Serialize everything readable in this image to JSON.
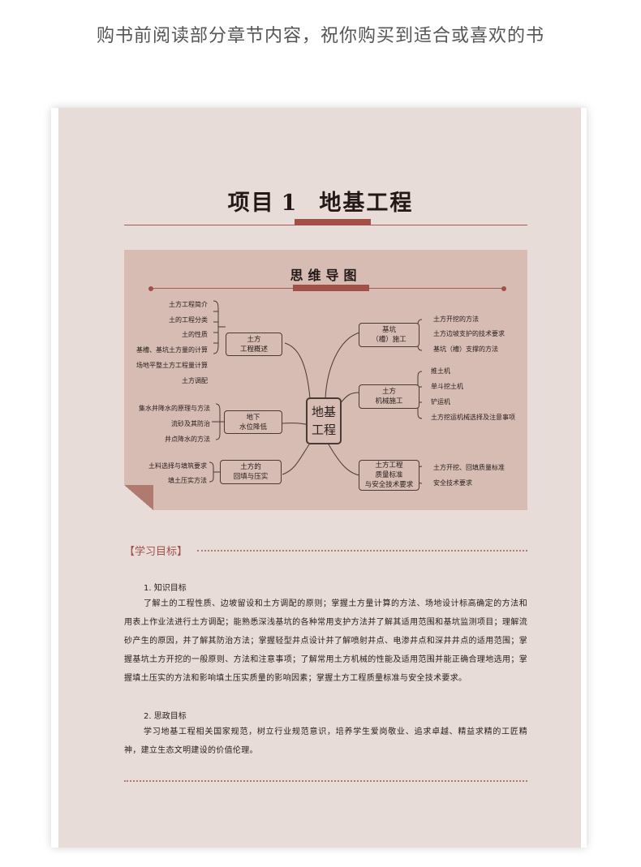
{
  "caption": "购书前阅读部分章节内容，祝你购买到适合或喜欢的书",
  "chapter": {
    "label": "项目",
    "number": "1",
    "title": "地基工程"
  },
  "mindmap": {
    "title": "思维导图",
    "center": [
      "地基",
      "工程"
    ],
    "branches": [
      {
        "name": [
          "土方",
          "工程概述"
        ],
        "leaves": [
          "土方工程简介",
          "土的工程分类",
          "土的性质",
          "基槽、基坑土方量的计算",
          "场地平整土方工程量计算",
          "土方调配"
        ]
      },
      {
        "name": [
          "地下",
          "水位降低"
        ],
        "leaves": [
          "集水井降水的原理与方法",
          "流砂及其防治",
          "井点降水的方法"
        ]
      },
      {
        "name": [
          "土方的",
          "回填与压实"
        ],
        "leaves": [
          "土料选择与填筑要求",
          "填土压实方法"
        ]
      },
      {
        "name": [
          "基坑",
          "（槽）施工"
        ],
        "leaves": [
          "土方开挖的方法",
          "土方边坡支护的技术要求",
          "基坑（槽）支撑的方法"
        ]
      },
      {
        "name": [
          "土方",
          "机械施工"
        ],
        "leaves": [
          "推土机",
          "单斗挖土机",
          "铲运机",
          "土方挖运机械选择及注意事项"
        ]
      },
      {
        "name": [
          "土方工程",
          "质量标准",
          "与安全技术要求"
        ],
        "leaves": [
          "土方开挖、回填质量标准",
          "安全技术要求"
        ]
      }
    ]
  },
  "objectives": {
    "heading": "【学习目标】",
    "items": [
      {
        "title": "1. 知识目标",
        "text": "了解土的工程性质、边坡留设和土方调配的原则；掌握土方量计算的方法、场地设计标高确定的方法和用表上作业法进行土方调配；能熟悉深浅基坑的各种常用支护方法并了解其适用范围和基坑监测项目；理解流砂产生的原因，并了解其防治方法；掌握轻型井点设计并了解喷射井点、电渗井点和深井井点的适用范围；掌握基坑土方开挖的一般原则、方法和注意事项；了解常用土方机械的性能及适用范围并能正确合理地选用；掌握填土压实的方法和影响填土压实质量的影响因素；掌握土方工程质量标准与安全技术要求。"
      },
      {
        "title": "2. 思政目标",
        "text": "学习地基工程相关国家规范，树立行业规范意识，培养学生爱岗敬业、追求卓越、精益求精的工匠精神，建立生态文明建设的价值伦理。"
      }
    ]
  },
  "colors": {
    "accent": "#a14f47",
    "page_bg": "#e8dcd9",
    "mindmap_bg": "#d6bcb3",
    "text": "#2a201d"
  }
}
